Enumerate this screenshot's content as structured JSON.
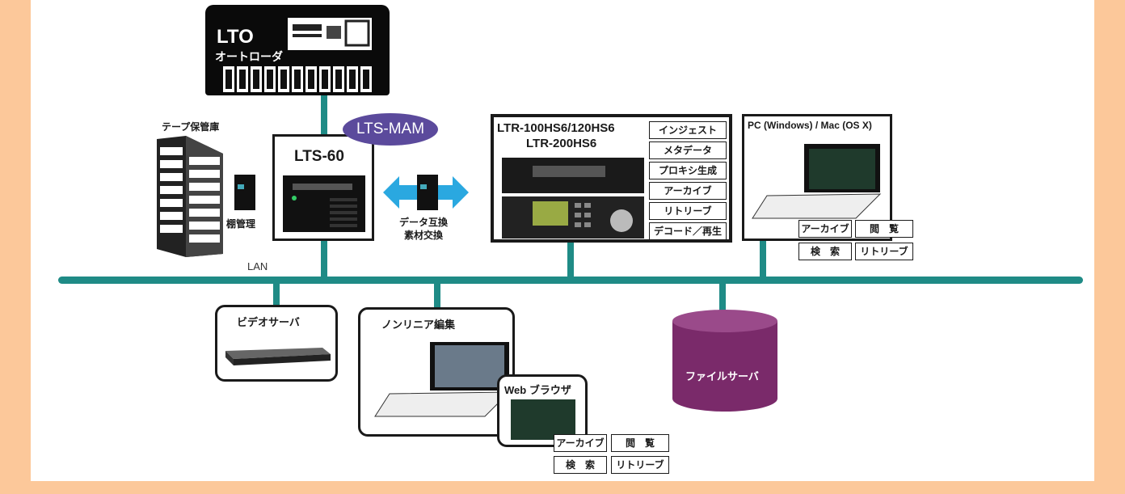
{
  "lto": {
    "title": "LTO",
    "subtitle": "オートローダ"
  },
  "lts_mam": {
    "label": "LTS-MAM"
  },
  "lts60": {
    "title": "LTS-60"
  },
  "storage": {
    "title": "テープ保管庫",
    "shelf_label": "棚管理"
  },
  "exchange": {
    "line1": "データ互換",
    "line2": "素材交換"
  },
  "ltr": {
    "title1": "LTR-100HS6/120HS6",
    "title2": "LTR-200HS6",
    "functions": [
      "インジェスト",
      "メタデータ",
      "プロキシ生成",
      "アーカイブ",
      "リトリーブ",
      "デコード／再生"
    ]
  },
  "pc": {
    "title": "PC (Windows) / Mac (OS X)",
    "functions": [
      "アーカイブ",
      "閲　覧",
      "検　索",
      "リトリーブ"
    ]
  },
  "lan": {
    "label": "LAN"
  },
  "video_server": {
    "title": "ビデオサーバ"
  },
  "nle": {
    "title": "ノンリニア編集"
  },
  "web": {
    "title": "Web ブラウザ",
    "functions": [
      "アーカイブ",
      "閲　覧",
      "検　索",
      "リトリーブ"
    ]
  },
  "file_server": {
    "title": "ファイルサーバ"
  },
  "colors": {
    "border": "#fcc89a",
    "lan": "#1f8b86",
    "mam": "#5b4a9c",
    "file_server": "#7a2a6a",
    "arrow": "#2aa8e0"
  }
}
